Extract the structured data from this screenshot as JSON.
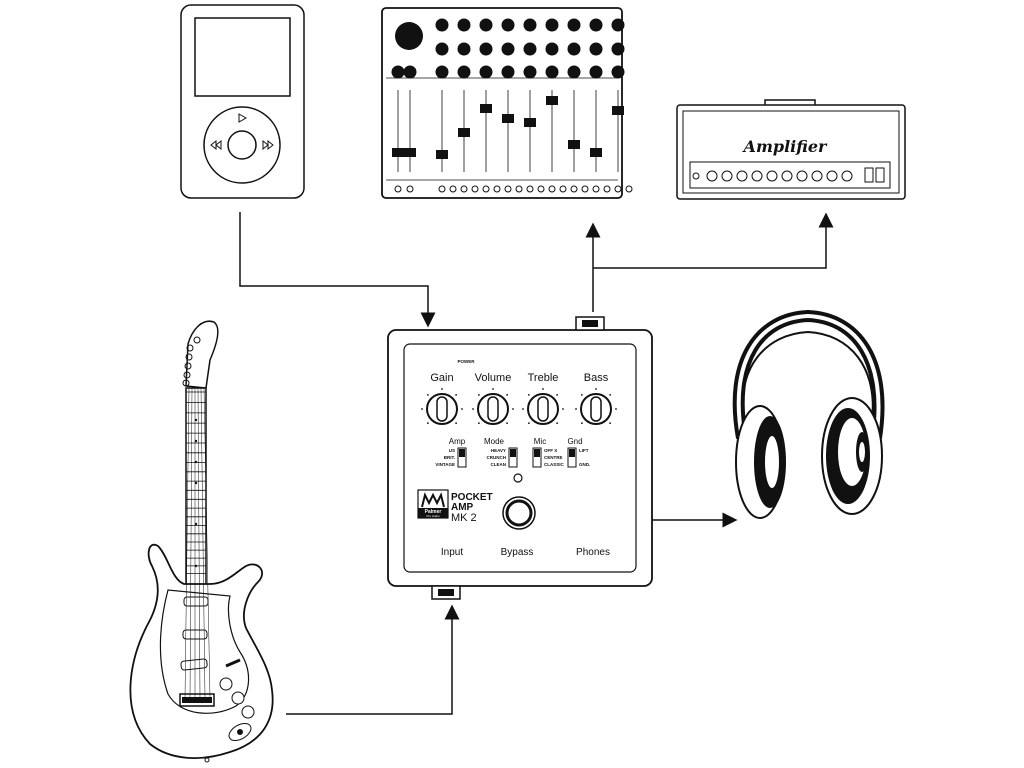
{
  "amplifier": {
    "brand_label": "Amplifier"
  },
  "pocket_amp": {
    "power_label": "POWER",
    "knobs": [
      "Gain",
      "Volume",
      "Treble",
      "Bass"
    ],
    "switches": [
      {
        "title": "Amp",
        "options": [
          "US",
          "BRIT.",
          "VINTAGE"
        ]
      },
      {
        "title": "Mode",
        "options": [
          "HEAVY",
          "CRUNCH",
          "CLEAN"
        ]
      },
      {
        "title": "Mic",
        "options": [
          "OFF X",
          "CENTRE",
          "CLASSIC"
        ]
      },
      {
        "title": "Gnd",
        "options": [
          "LIFT",
          "GND."
        ]
      }
    ],
    "product_line1": "POCKET",
    "product_line2": "AMP",
    "model": "MK 2",
    "logo_text": "Palmer",
    "logo_sub": "Pro Audio",
    "jack_labels": [
      "Input",
      "Bypass",
      "Phones"
    ]
  }
}
